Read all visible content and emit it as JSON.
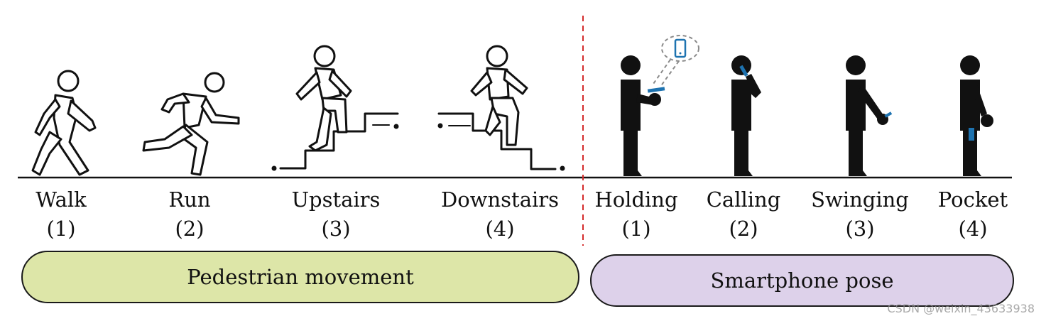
{
  "movement": {
    "items": [
      {
        "label": "Walk",
        "num": "(1)"
      },
      {
        "label": "Run",
        "num": "(2)"
      },
      {
        "label": "Upstairs",
        "num": "(3)"
      },
      {
        "label": "Downstairs",
        "num": "(4)"
      }
    ],
    "group_label": "Pedestrian movement",
    "group_color": "#dde6a8"
  },
  "pose": {
    "items": [
      {
        "label": "Holding",
        "num": "(1)"
      },
      {
        "label": "Calling",
        "num": "(2)"
      },
      {
        "label": "Swinging",
        "num": "(3)"
      },
      {
        "label": "Pocket",
        "num": "(4)"
      }
    ],
    "group_label": "Smartphone pose",
    "group_color": "#ddd1ea"
  },
  "colors": {
    "divider": "#d42a2a",
    "phone": "#1e73b0",
    "figure": "#111111"
  },
  "watermark": "CSDN @weixin_43633938"
}
